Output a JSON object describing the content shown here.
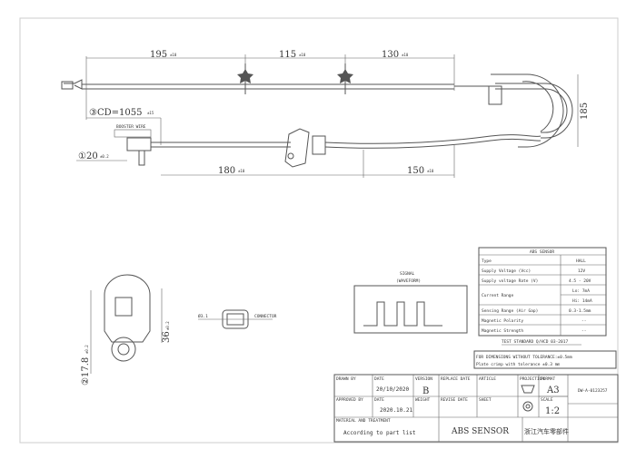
{
  "drawing": {
    "dimensions": {
      "top_seg1": "195",
      "top_seg2": "115",
      "top_seg3": "130",
      "tol": "±10",
      "cable_length": "③CD=1055",
      "cable_tol": "±15",
      "connector_len": "①20",
      "connector_tol": "±0.2",
      "bottom_seg1": "180",
      "bottom_seg2": "150",
      "loop_height": "185",
      "connector_label": "BOOSTER WIRE",
      "bracket_width": "②17.8",
      "bracket_tol": "±0.2",
      "bracket_height": "36",
      "bracket_h_tol": "±0.2",
      "side_label_left": "Ø3.1",
      "side_label_right": "CONNECTOR"
    },
    "signal": {
      "title": "SIGNAL",
      "subtitle": "(WAVEFORM)"
    }
  },
  "spec_table": {
    "title": "ABS SENSOR",
    "rows": [
      {
        "label": "Type",
        "value": "HALL"
      },
      {
        "label": "Supply Voltage (Vcc)",
        "value": "12V"
      },
      {
        "label": "Supply voltage Rate (V)",
        "value": "4.5 - 20V"
      },
      {
        "label": "Current Range",
        "value": "Lo: 7mA"
      },
      {
        "label": "",
        "value": "Hi: 14mA"
      },
      {
        "label": "Sensing Range (Air Gap)",
        "value": "0.3-1.5mm"
      },
      {
        "label": "Magnetic Polarity",
        "value": "--"
      },
      {
        "label": "Magnetic Strength",
        "value": "--"
      }
    ],
    "test_standard": "TEST STANDARD Q/HCD 03-2017",
    "note_line1": "FOR DIMENSIONS WITHOUT TOLERANCE:±0.5mm",
    "note_line2": "Plate crimp with tolerance ±0.3 mm"
  },
  "title_block": {
    "drawn_by_label": "DRAWN BY",
    "date_label": "DATE",
    "date1": "20/10/2020",
    "version_label": "VERSION",
    "version": "B",
    "replace_label": "REPLACE DATE",
    "article_label": "ARTICLE",
    "projection_label": "PROJECTION",
    "format_label": "FORMAT",
    "format": "A3",
    "part_no": "DW-A-0123257",
    "approved_label": "APPROVED BY",
    "date2": "2020.10.21",
    "weight_label": "WEIGHT",
    "revise_label": "REVISE DATE",
    "sheet_label": "SHEET",
    "scale_label": "SCALE",
    "scale": "1:2",
    "material_label": "MATERIAL AND TREATMENT",
    "material": "According to part list",
    "part_name": "ABS SENSOR",
    "company": "浙江汽车零部件"
  }
}
